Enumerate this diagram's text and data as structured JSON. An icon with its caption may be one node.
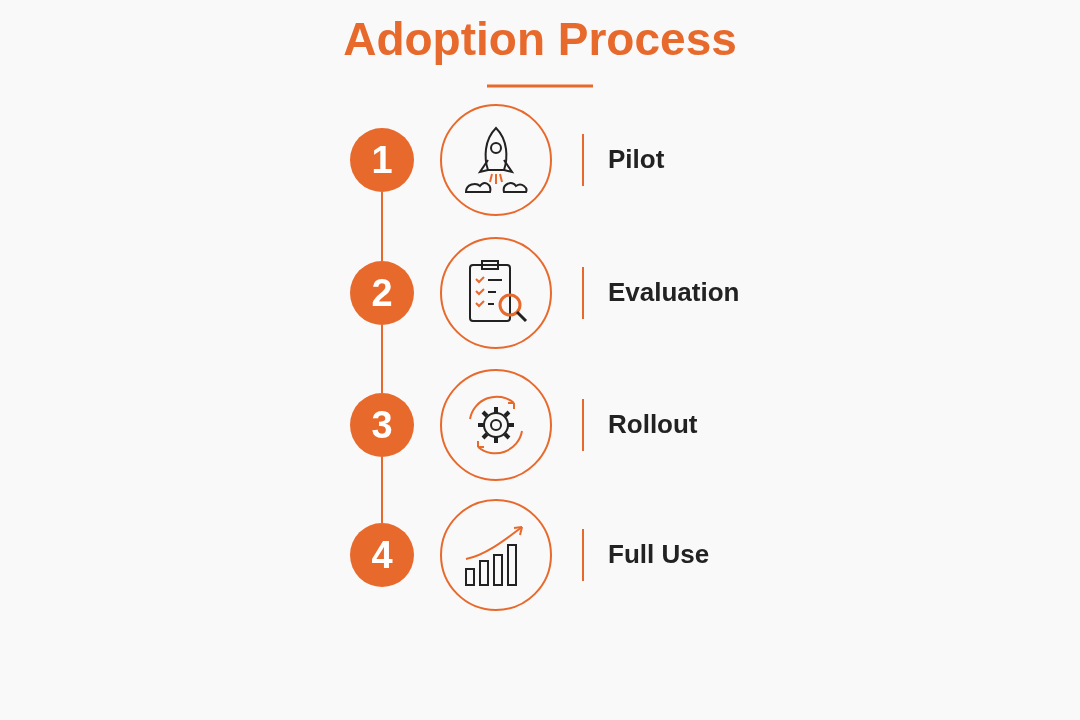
{
  "diagram": {
    "title": "Adoption Process",
    "nodes": [
      {
        "text": [
          "1"
        ]
      },
      {
        "text": [
          "2"
        ]
      },
      {
        "text": [
          "3"
        ]
      },
      {
        "text": [
          "4"
        ]
      }
    ],
    "edges": [
      {
        "from": 0,
        "to": 1,
        "arrow": "none"
      },
      {
        "from": 1,
        "to": 2,
        "arrow": "none"
      },
      {
        "from": 2,
        "to": 3,
        "arrow": "none"
      }
    ],
    "labels": [
      "Pilot",
      "Evaluation",
      "Rollout",
      "Full Use"
    ]
  }
}
